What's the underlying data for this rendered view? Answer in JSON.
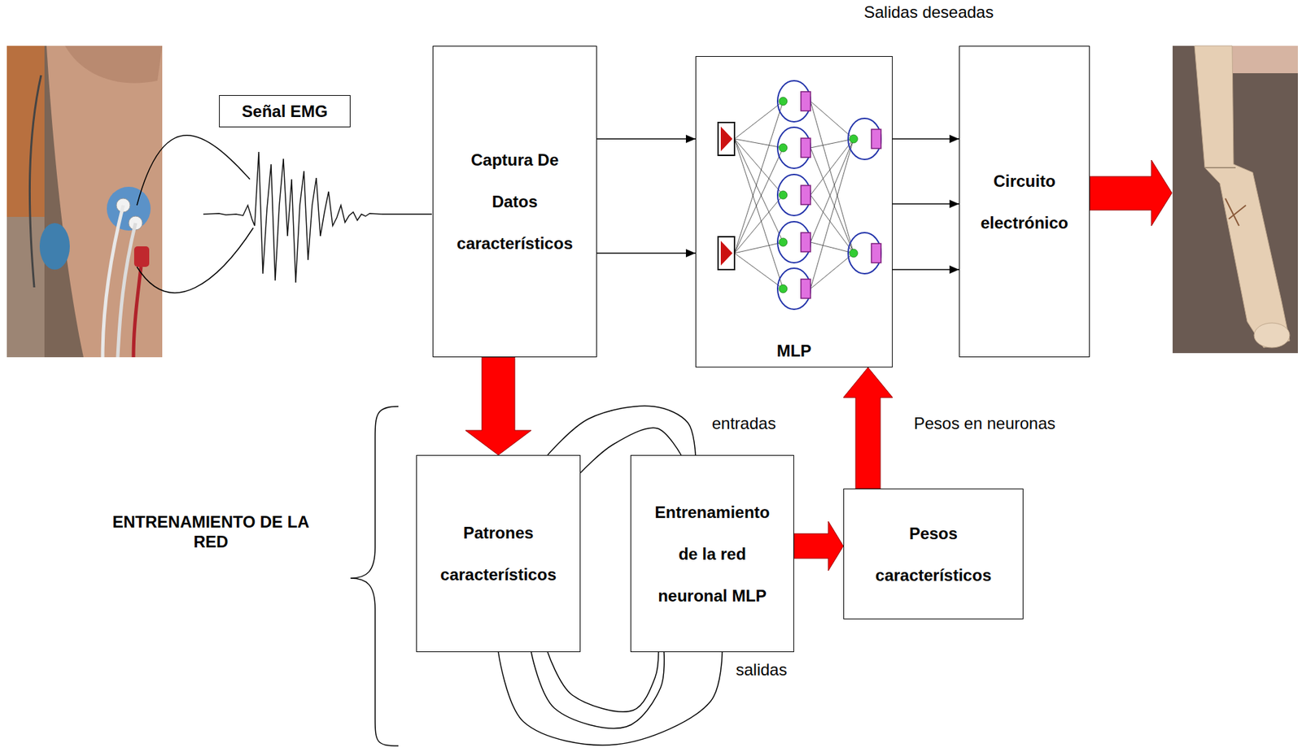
{
  "diagram": {
    "nodes": [
      {
        "text": [
          "Señal EMG"
        ]
      },
      {
        "text": [
          "Captura De Datos característicos"
        ]
      },
      {
        "text": [
          "MLP"
        ]
      },
      {
        "text": [
          "Circuito electrónico"
        ]
      },
      {
        "text": [
          "Patrones característicos"
        ]
      },
      {
        "text": [
          "Entrenamiento de la red neuronal MLP"
        ]
      },
      {
        "text": [
          "Pesos característicos"
        ]
      }
    ],
    "edges": [
      {
        "from": 1,
        "to": 2,
        "arrow": "to"
      },
      {
        "from": 1,
        "to": 2,
        "arrow": "to"
      },
      {
        "from": 2,
        "to": 3,
        "arrow": "to"
      },
      {
        "from": 2,
        "to": 3,
        "arrow": "to"
      },
      {
        "from": 2,
        "to": 3,
        "arrow": "to"
      },
      {
        "from": 1,
        "to": 4,
        "arrow": "to"
      },
      {
        "from": 4,
        "to": 5,
        "arrow": "none"
      },
      {
        "from": 4,
        "to": 5,
        "arrow": "none"
      },
      {
        "from": 4,
        "to": 5,
        "arrow": "none"
      },
      {
        "from": 4,
        "to": 5,
        "arrow": "none"
      },
      {
        "from": 4,
        "to": 5,
        "arrow": "none"
      },
      {
        "from": 5,
        "to": 6,
        "arrow": "to"
      },
      {
        "from": 6,
        "to": 2,
        "arrow": "to"
      }
    ],
    "labels": [
      "Salidas deseadas",
      "entradas",
      "Pesos en neuronas",
      "ENTRENAMIENTO DE LA RED",
      "salidas"
    ]
  }
}
